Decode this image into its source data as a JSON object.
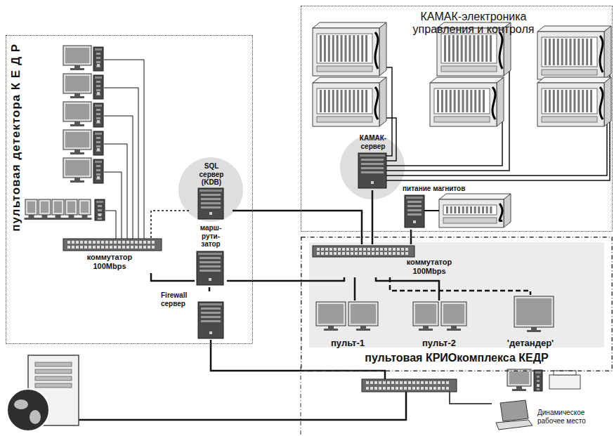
{
  "diagram": {
    "nodes": [
      {
        "text": [
          "пультовая детектора К Е Д Р"
        ]
      },
      {
        "text": [
          "КАМАК-электроника управления и контроля"
        ]
      },
      {
        "text": [
          "пультовая КРИОкомплекса КЕДР"
        ]
      },
      {
        "text": [
          "коммутатор 100Mbps"
        ],
        "in": 0
      },
      {
        "text": [
          "SQL сервер (KDB)"
        ],
        "in": 0
      },
      {
        "text": [
          "марш- рути- затор"
        ],
        "in": 0
      },
      {
        "text": [
          "Firewall сервер"
        ],
        "in": 0
      },
      {
        "text": [
          "КАМАК- сервер"
        ],
        "in": 1
      },
      {
        "text": [
          "питание магнитов"
        ],
        "in": 1
      },
      {
        "text": [
          "коммутатор 100Mbps"
        ],
        "in": 2
      },
      {
        "text": [
          "пульт-1"
        ],
        "in": 2
      },
      {
        "text": [
          "пульт-2"
        ],
        "in": 2
      },
      {
        "text": [
          "'детандер'"
        ],
        "in": 2
      },
      {
        "text": [
          "Динамическое рабочее место"
        ]
      }
    ],
    "edges": [
      {
        "from": 3,
        "to": 5,
        "arrow": "none"
      },
      {
        "from": 3,
        "to": 4,
        "arrow": "none"
      },
      {
        "from": 4,
        "to": 9,
        "arrow": "none"
      },
      {
        "from": 5,
        "to": 9,
        "arrow": "none"
      },
      {
        "from": 5,
        "to": 6,
        "arrow": "none"
      },
      {
        "from": 7,
        "to": 9,
        "arrow": "none"
      },
      {
        "from": 8,
        "to": 9,
        "arrow": "none"
      },
      {
        "from": 9,
        "to": 10,
        "arrow": "none"
      },
      {
        "from": 9,
        "to": 11,
        "arrow": "none"
      },
      {
        "from": 9,
        "to": 12,
        "arrow": "none"
      }
    ]
  }
}
